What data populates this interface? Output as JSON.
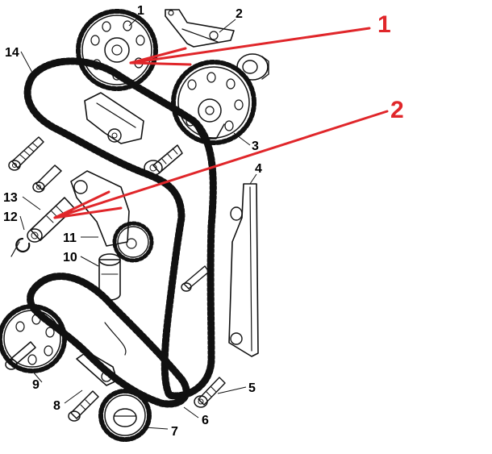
{
  "diagram": {
    "part_labels": [
      "1",
      "2",
      "3",
      "4",
      "5",
      "6",
      "7",
      "8",
      "9",
      "10",
      "11",
      "12",
      "13",
      "14"
    ],
    "annotations": {
      "marker_1": "1",
      "marker_2": "2",
      "arrow_color": "#e0262a"
    },
    "colors": {
      "ink": "#111111",
      "background": "#ffffff"
    }
  }
}
